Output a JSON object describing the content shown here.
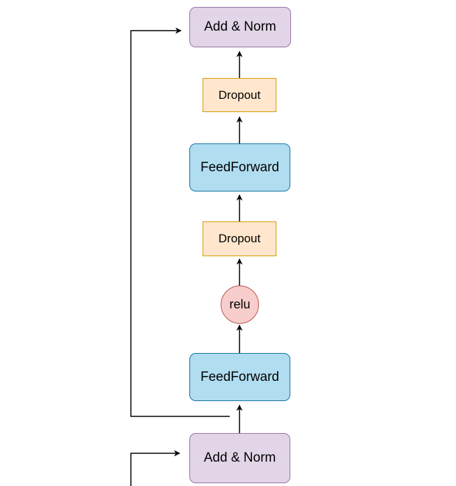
{
  "nodes": {
    "add_norm_top": "Add & Norm",
    "dropout_top": "Dropout",
    "feedforward_top": "FeedForward",
    "dropout_mid": "Dropout",
    "relu": "relu",
    "feedforward_bottom": "FeedForward",
    "add_norm_bottom": "Add & Norm"
  },
  "colors": {
    "add_norm_fill": "#e1d5e7",
    "add_norm_stroke": "#9673a6",
    "feedforward_fill": "#b1ddf0",
    "feedforward_stroke": "#10739e",
    "dropout_fill": "#ffe6cc",
    "dropout_stroke": "#d79b00",
    "relu_fill": "#f8cecc",
    "relu_stroke": "#b85450",
    "edge": "#000000"
  }
}
